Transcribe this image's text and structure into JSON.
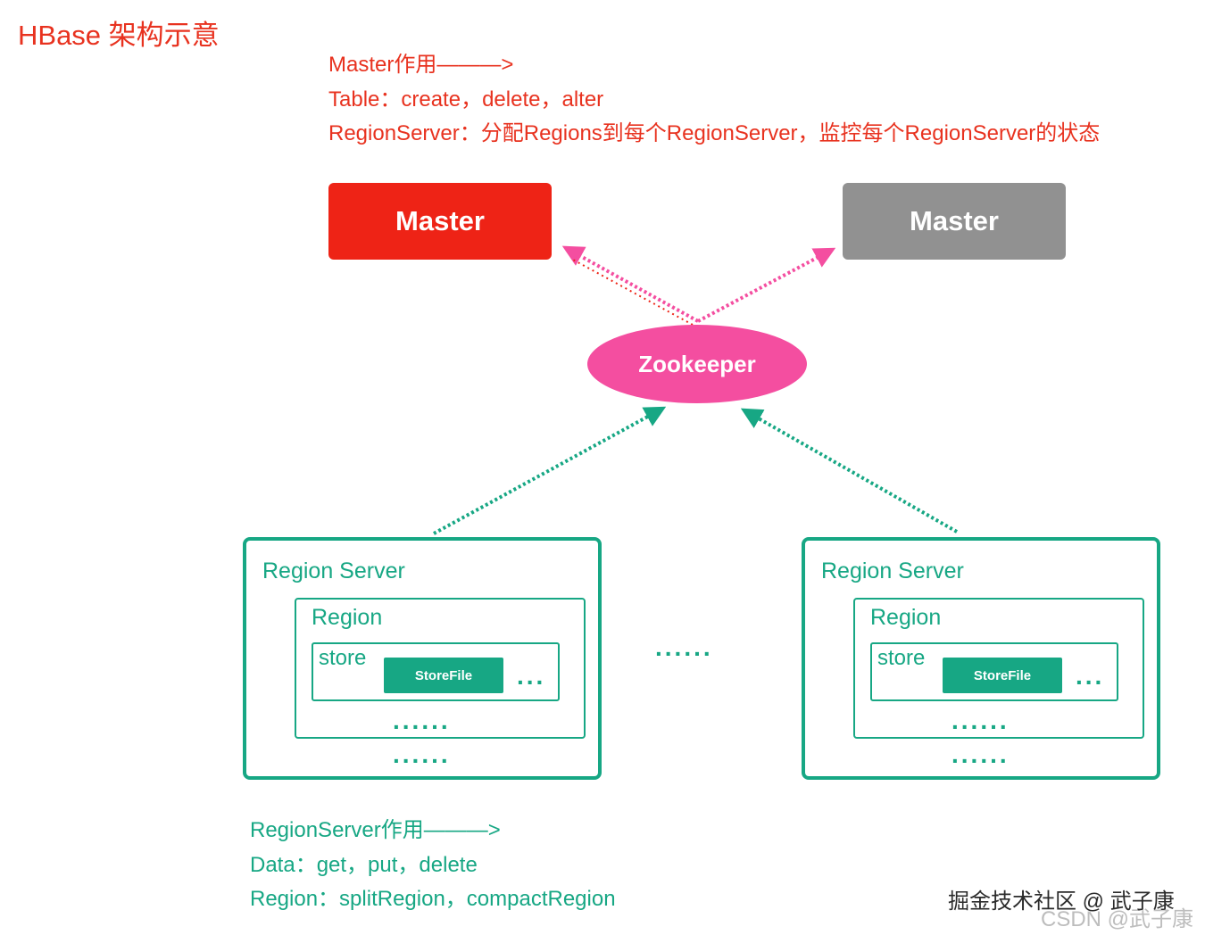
{
  "title": "HBase 架构示意",
  "master_notes": [
    "Master作用———>",
    "Table：create，delete，alter",
    "RegionServer：分配Regions到每个RegionServer，监控每个RegionServer的状态"
  ],
  "masters": [
    {
      "label": "Master",
      "color": "#ee2316"
    },
    {
      "label": "Master",
      "color": "#919191"
    }
  ],
  "zookeeper": {
    "label": "Zookeeper",
    "color": "#f44ea0"
  },
  "region_servers": [
    {
      "label": "Region Server",
      "region_label": "Region",
      "store_label": "store",
      "storefile_label": "StoreFile",
      "store_more": "...",
      "region_more": "......",
      "server_more": "......"
    },
    {
      "label": "Region Server",
      "region_label": "Region",
      "store_label": "store",
      "storefile_label": "StoreFile",
      "store_more": "...",
      "region_more": "......",
      "server_more": "......"
    }
  ],
  "between_servers": "......",
  "region_server_notes": [
    "RegionServer作用———>",
    "Data：get，put，delete",
    "Region：splitRegion，compactRegion"
  ],
  "watermark": {
    "line1": "掘金技术社区 @ 武子康",
    "line2": "CSDN @武子康"
  },
  "colors": {
    "red_text": "#e8321f",
    "green": "#17a784",
    "master_active": "#ee2316",
    "master_standby": "#919191",
    "zookeeper": "#f44ea0"
  }
}
